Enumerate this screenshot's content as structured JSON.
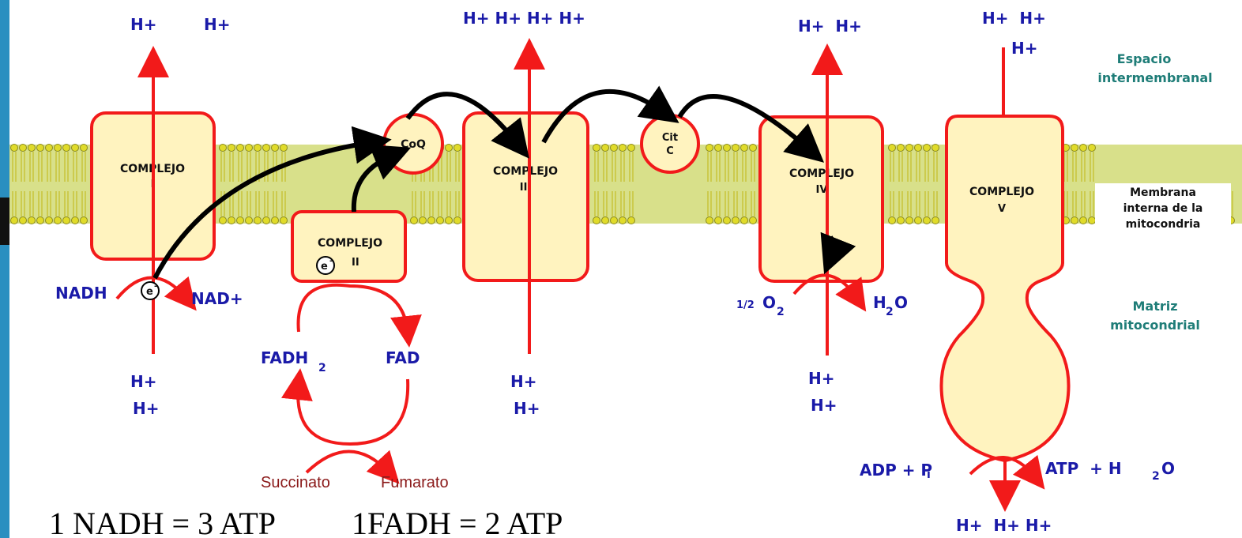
{
  "colors": {
    "membrane_head": "#e0db2a",
    "membrane_tail": "#c9c43a",
    "complex_fill": "#fff3bf",
    "complex_border": "#f21a1a",
    "label_blue": "#1a1aa8",
    "label_teal": "#1f7d78",
    "arrow_red": "#f21a1a",
    "arrow_black": "#000000",
    "left_strip": "#2a8fc0"
  },
  "labels": {
    "espacio": [
      "Espacio",
      "intermembranal"
    ],
    "membrana": [
      "Membrana",
      "interna de la",
      "mitocondria"
    ],
    "matriz": [
      "Matriz",
      "mitocondrial"
    ]
  },
  "complexes": {
    "c1": [
      "COMPLEJO",
      "I"
    ],
    "c2": "COMPLEJO",
    "c2_num": "II",
    "c3": [
      "COMPLEJO",
      "III"
    ],
    "c4": [
      "COMPLEJO",
      "IV"
    ],
    "c5": [
      "COMPLEJO",
      "V"
    ],
    "coq": "CoQ",
    "cit": [
      "Cit",
      "C"
    ],
    "electron": "e"
  },
  "protons": {
    "c1_top": [
      "H+",
      "H+"
    ],
    "c3_top": "H+ H+ H+ H+",
    "c4_top": "H+  H+",
    "c5_top": [
      "H+  H+",
      "H+"
    ],
    "c1_bottom": [
      "H+",
      "H+"
    ],
    "c3_bottom": [
      "H+",
      "H+"
    ],
    "c4_bottom": [
      "H+",
      "H+"
    ],
    "c5_bottom": "H+  H+ H+"
  },
  "metabolites": {
    "nadh": "NADH",
    "nad": "NAD+",
    "fadh2": "FADH",
    "fad": "FAD",
    "o2_prefix": "1/2",
    "o2": "O",
    "h2o": "H",
    "h2o_sub": "2",
    "h2o_o": "O",
    "adp": "ADP + P",
    "adp_i": "i",
    "atp": "ATP  + H",
    "succinato": "Succinato",
    "fumarato": "Fumarato"
  },
  "equations": [
    "1 NADH = 3 ATP",
    "1FADH = 2 ATP"
  ]
}
